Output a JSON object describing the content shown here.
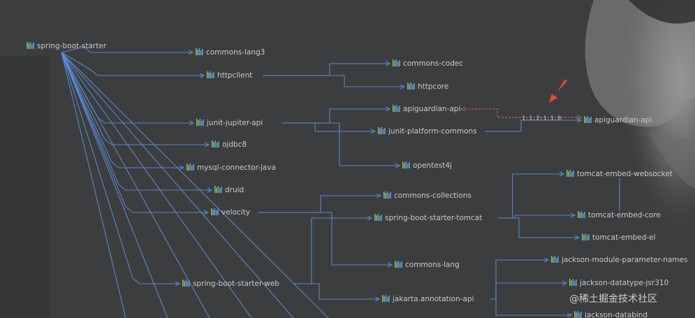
{
  "nodes": [
    {
      "id": "root",
      "label": "spring-boot-starter"
    },
    {
      "id": "commons-lang3",
      "label": "commons-lang3"
    },
    {
      "id": "httpclient",
      "label": "httpclient"
    },
    {
      "id": "commons-codec",
      "label": "commons-codec"
    },
    {
      "id": "httpcore",
      "label": "httpcore"
    },
    {
      "id": "apiguardian-api",
      "label": "apiguardian-api"
    },
    {
      "id": "apiguardian-api-2",
      "label": "apiguardian-api"
    },
    {
      "id": "junit-jupiter-api",
      "label": "junit-jupiter-api"
    },
    {
      "id": "junit-platform-commons",
      "label": "junit-platform-commons"
    },
    {
      "id": "ojdbc8",
      "label": "ojdbc8"
    },
    {
      "id": "mysql-connector-java",
      "label": "mysql-connector-java"
    },
    {
      "id": "opentest4j",
      "label": "opentest4j"
    },
    {
      "id": "tomcat-embed-websocket",
      "label": "tomcat-embed-websocket"
    },
    {
      "id": "druid",
      "label": "druid"
    },
    {
      "id": "commons-collections",
      "label": "commons-collections"
    },
    {
      "id": "velocity",
      "label": "velocity"
    },
    {
      "id": "spring-boot-starter-tomcat",
      "label": "spring-boot-starter-tomcat"
    },
    {
      "id": "tomcat-embed-core",
      "label": "tomcat-embed-core"
    },
    {
      "id": "tomcat-embed-el",
      "label": "tomcat-embed-el"
    },
    {
      "id": "commons-lang",
      "label": "commons-lang"
    },
    {
      "id": "jackson-module-parameter-names",
      "label": "jackson-module-parameter-names"
    },
    {
      "id": "spring-boot-starter-web",
      "label": "spring-boot-starter-web"
    },
    {
      "id": "jackson-datatype-jsr310",
      "label": "jackson-datatype-jsr310"
    },
    {
      "id": "jakarta.annotation-api",
      "label": "jakarta.annotation-api"
    },
    {
      "id": "jackson-databind",
      "label": "jackson-databind"
    }
  ],
  "conflict": {
    "version": "1.1.2:1.1.0"
  },
  "watermark": "@稀土掘金技术社区",
  "colors": {
    "edge": "#5b8fd9",
    "conflict": "#d96a5a",
    "text": "#c8cacc"
  }
}
